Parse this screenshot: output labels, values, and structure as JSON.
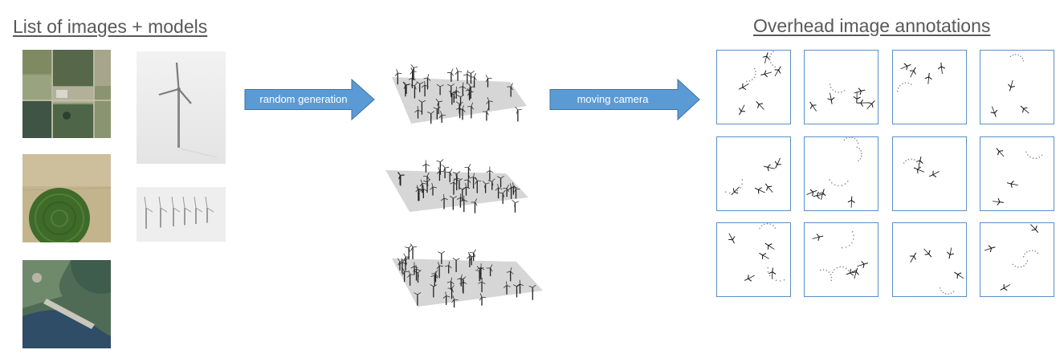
{
  "headings": {
    "left": "List of images + models",
    "right": "Overhead image annotations"
  },
  "arrows": {
    "first": "random generation",
    "second": "moving camera"
  },
  "colors": {
    "arrow_fill": "#5b9bd5",
    "arrow_stroke": "#41719c",
    "box_border": "#5b8fc7",
    "plane": "#d6d6d6",
    "heading": "#595959"
  },
  "inputs": {
    "aerial_images": [
      "farmland-aerial",
      "center-pivot-field-aerial",
      "dam-river-aerial"
    ],
    "turbine_models": [
      "single-wind-turbine-render",
      "row-of-wind-turbines-render"
    ]
  },
  "scenes": [
    "scene-1",
    "scene-2",
    "scene-3"
  ],
  "annotations": {
    "rows": 3,
    "cols": 4
  }
}
